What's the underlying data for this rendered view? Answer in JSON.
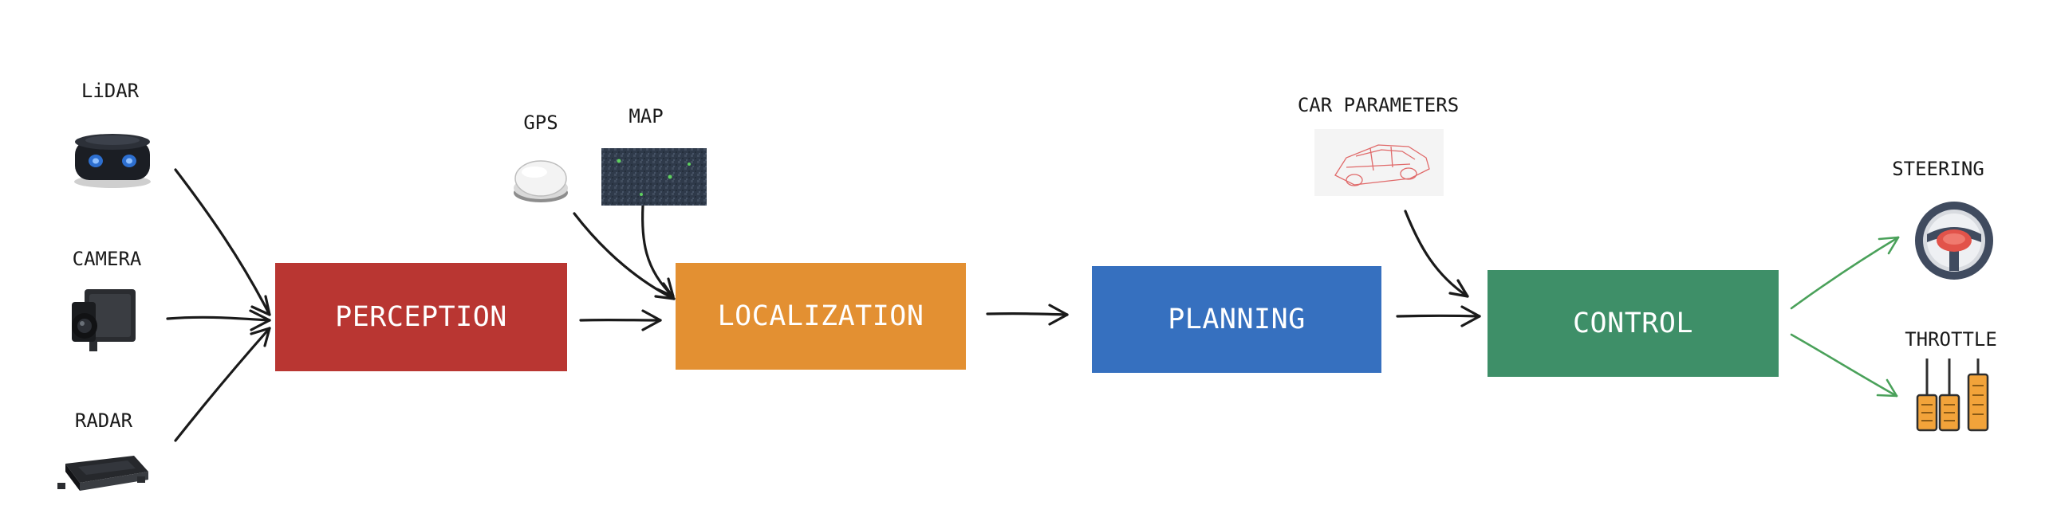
{
  "inputs": {
    "lidar": "LiDAR",
    "camera": "CAMERA",
    "radar": "RADAR",
    "gps": "GPS",
    "map": "MAP",
    "car_parameters": "CAR PARAMETERS"
  },
  "stages": {
    "perception": "PERCEPTION",
    "localization": "LOCALIZATION",
    "planning": "PLANNING",
    "control": "CONTROL"
  },
  "outputs": {
    "steering": "STEERING",
    "throttle": "THROTTLE"
  },
  "colors": {
    "perception": "#b93632",
    "localization": "#e39032",
    "planning": "#3670bf",
    "control": "#3e8f68",
    "arrow": "#1a1a1a",
    "output_arrow": "#4aa15a"
  },
  "icons": {
    "lidar": "lidar-sensor-icon",
    "camera": "camera-sensor-icon",
    "radar": "radar-sensor-icon",
    "gps": "gps-puck-icon",
    "map": "map-tile-icon",
    "car": "car-wireframe-icon",
    "steering": "steering-wheel-icon",
    "throttle": "pedals-icon"
  }
}
